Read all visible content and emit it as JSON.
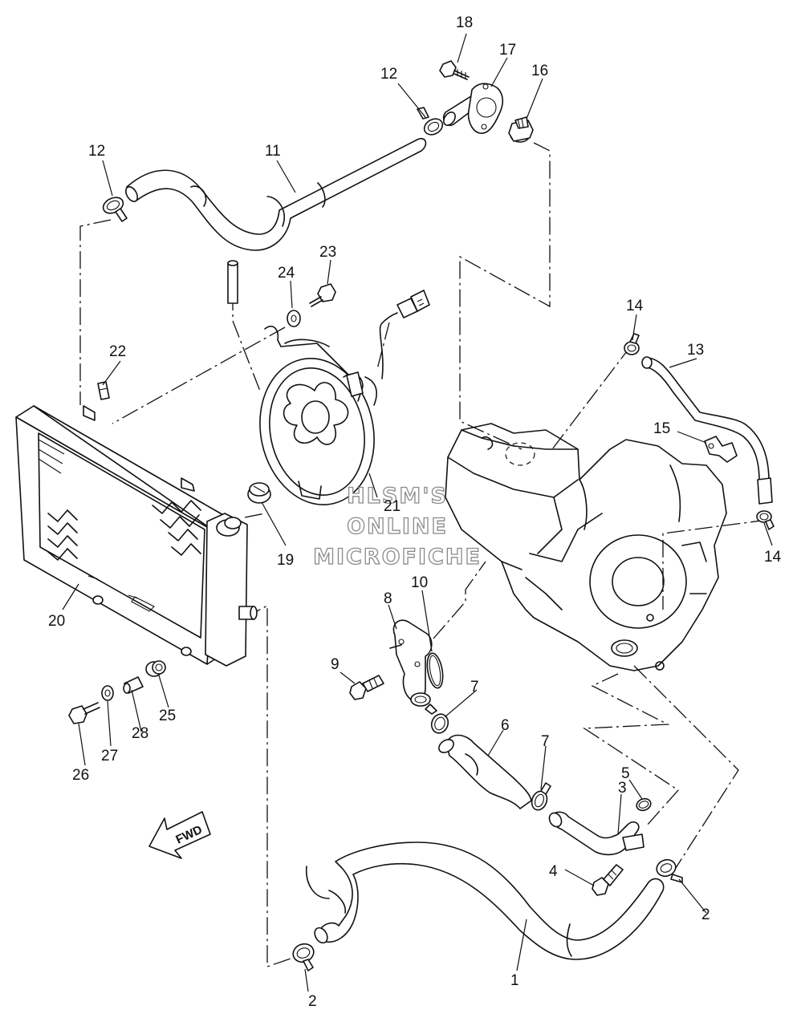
{
  "watermark": {
    "line1": "HLSM'S",
    "line2": "ONLINE",
    "line3": "MICROFICHE"
  },
  "direction_arrow": {
    "label": "FWD"
  },
  "callouts": [
    {
      "id": "c18",
      "text": "18"
    },
    {
      "id": "c17",
      "text": "17"
    },
    {
      "id": "c16",
      "text": "16"
    },
    {
      "id": "c12a",
      "text": "12"
    },
    {
      "id": "c12b",
      "text": "12"
    },
    {
      "id": "c11",
      "text": "11"
    },
    {
      "id": "c23",
      "text": "23"
    },
    {
      "id": "c24",
      "text": "24"
    },
    {
      "id": "c22",
      "text": "22"
    },
    {
      "id": "c14a",
      "text": "14"
    },
    {
      "id": "c13",
      "text": "13"
    },
    {
      "id": "c15",
      "text": "15"
    },
    {
      "id": "c14b",
      "text": "14"
    },
    {
      "id": "c21",
      "text": "21"
    },
    {
      "id": "c19",
      "text": "19"
    },
    {
      "id": "c20",
      "text": "20"
    },
    {
      "id": "c10",
      "text": "10"
    },
    {
      "id": "c8",
      "text": "8"
    },
    {
      "id": "c9",
      "text": "9"
    },
    {
      "id": "c7a",
      "text": "7"
    },
    {
      "id": "c25",
      "text": "25"
    },
    {
      "id": "c28",
      "text": "28"
    },
    {
      "id": "c26",
      "text": "26"
    },
    {
      "id": "c27",
      "text": "27"
    },
    {
      "id": "c6",
      "text": "6"
    },
    {
      "id": "c7b",
      "text": "7"
    },
    {
      "id": "c5",
      "text": "5"
    },
    {
      "id": "c3",
      "text": "3"
    },
    {
      "id": "c4",
      "text": "4"
    },
    {
      "id": "c2a",
      "text": "2"
    },
    {
      "id": "c1",
      "text": "1"
    },
    {
      "id": "c2b",
      "text": "2"
    }
  ]
}
